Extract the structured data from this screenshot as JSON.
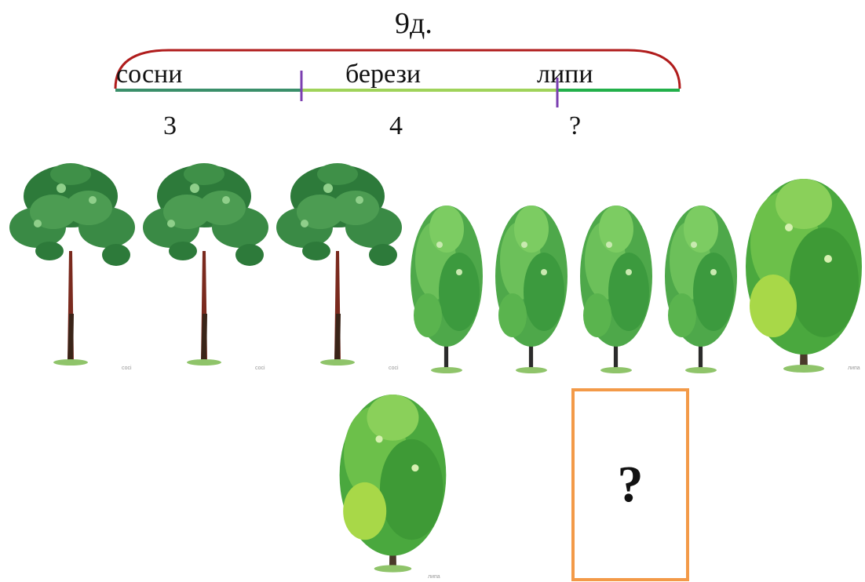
{
  "diagram": {
    "total_label": "9д.",
    "segments": [
      {
        "label": "сосни",
        "count": "3"
      },
      {
        "label": "берези",
        "count": "4"
      },
      {
        "label": "липи",
        "count": "?"
      }
    ]
  },
  "pictures": {
    "pine_caption": "сосі",
    "linden_caption": "липа"
  },
  "question_box": {
    "mark": "?"
  },
  "colors": {
    "brace": "#b01c1c",
    "segment_pine": "#3a8f6a",
    "segment_birch": "#9fd35a",
    "segment_linden": "#22b04a",
    "divider": "#7b3fb0",
    "question_border": "#f39a48"
  }
}
